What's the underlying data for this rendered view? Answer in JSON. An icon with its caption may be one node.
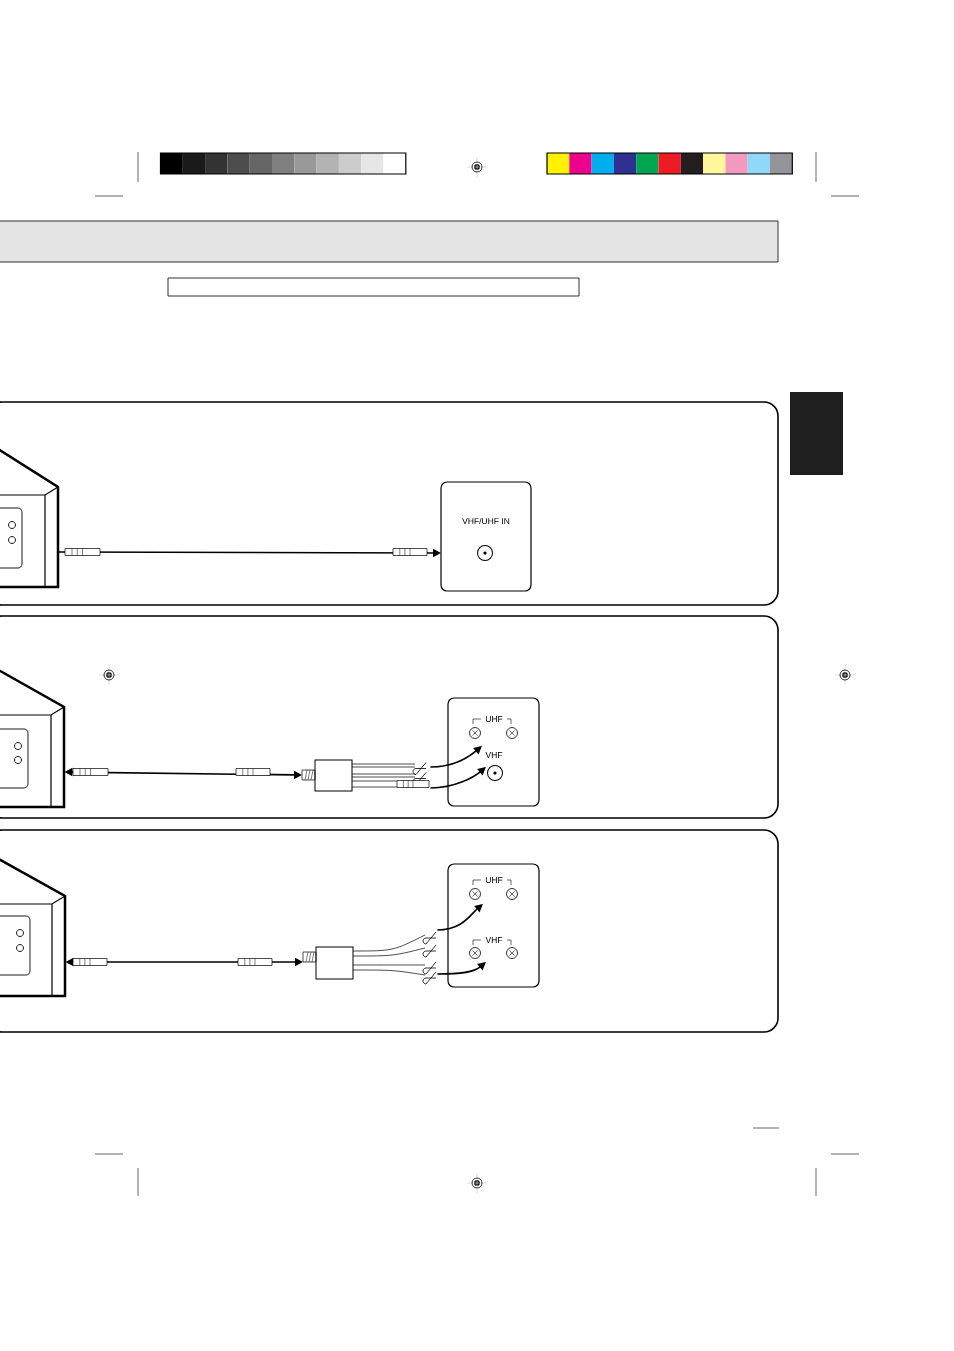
{
  "diagram": {
    "nodes": [
      {
        "text": [],
        "shape": "box"
      },
      {
        "text": [],
        "shape": "picture",
        "in": 0
      },
      {
        "text": [
          "VHF/UHF IN"
        ],
        "in": 0
      },
      {
        "text": [],
        "shape": "box"
      },
      {
        "text": [],
        "shape": "picture",
        "in": 3
      },
      {
        "text": [],
        "shape": "box",
        "in": 3
      },
      {
        "text": [
          "UHF",
          "VHF"
        ],
        "in": 3
      },
      {
        "text": [],
        "shape": "box"
      },
      {
        "text": [],
        "shape": "picture",
        "in": 7
      },
      {
        "text": [],
        "shape": "box",
        "in": 7
      },
      {
        "text": [
          "UHF",
          "VHF"
        ],
        "in": 7
      },
      {
        "text": [],
        "shape": "bar"
      }
    ],
    "edges": [
      {
        "from": 1,
        "to": 2,
        "arrow": "to"
      },
      {
        "from": 4,
        "to": 5,
        "arrow": "both"
      },
      {
        "from": 5,
        "to": 6,
        "arrow": "to"
      },
      {
        "from": 5,
        "to": 6,
        "arrow": "to"
      },
      {
        "from": 8,
        "to": 9,
        "arrow": "both"
      },
      {
        "from": 9,
        "to": 10,
        "arrow": "to"
      },
      {
        "from": 9,
        "to": 10,
        "arrow": "to"
      }
    ]
  }
}
